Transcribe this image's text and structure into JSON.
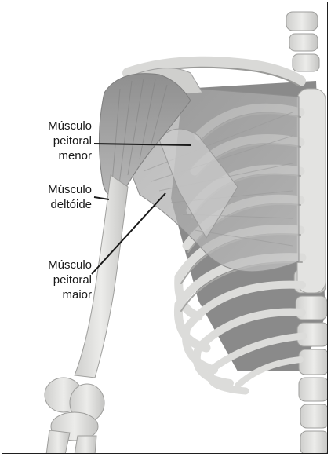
{
  "labels": {
    "peitoral_menor": [
      "Músculo",
      "peitoral",
      "menor"
    ],
    "deltoide": [
      "Músculo",
      "deltóide"
    ],
    "peitoral_maior": [
      "Músculo",
      "peitoral",
      "maior"
    ]
  },
  "colors": {
    "border": "#1f1f1f",
    "bone": "#e6e6e4",
    "bone_shadow": "#bdbdbb",
    "muscle": "#a9a9a9",
    "muscle_light": "#c8c8c8",
    "cavity": "#7a7a7a",
    "leader": "#1a1a1a"
  }
}
